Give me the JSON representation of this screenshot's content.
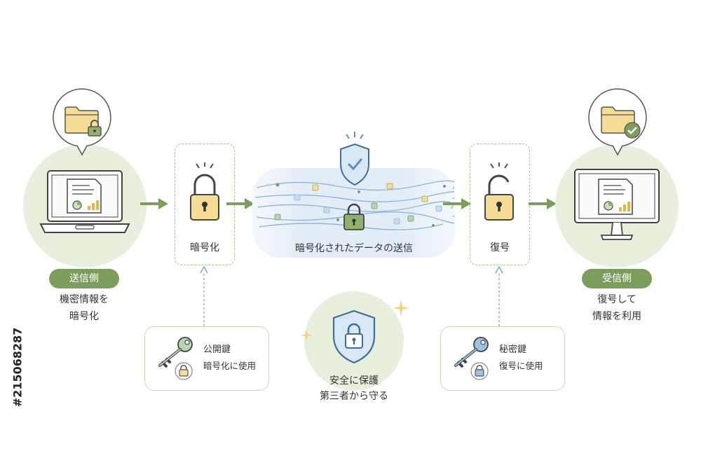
{
  "sender": {
    "badge": "送信側",
    "desc_line1": "機密情報を",
    "desc_line2": "暗号化"
  },
  "encrypt": {
    "label": "暗号化"
  },
  "transmission": {
    "label": "暗号化されたデータの送信"
  },
  "decrypt": {
    "label": "復号"
  },
  "receiver": {
    "badge": "受信側",
    "desc_line1": "復号して",
    "desc_line2": "情報を利用"
  },
  "public_key": {
    "title": "公開鍵",
    "desc": "暗号化に使用"
  },
  "secret_key": {
    "title": "秘密鍵",
    "desc": "復号に使用"
  },
  "protection": {
    "line1": "安全に保護",
    "line2": "第三者から守る"
  },
  "watermark": {
    "id": "#215068287"
  },
  "colors": {
    "green": "#7b9e5c",
    "lightGreen": "#e8efdc",
    "lockYellow": "#f7dc96",
    "blue": "#9cc3e6"
  }
}
